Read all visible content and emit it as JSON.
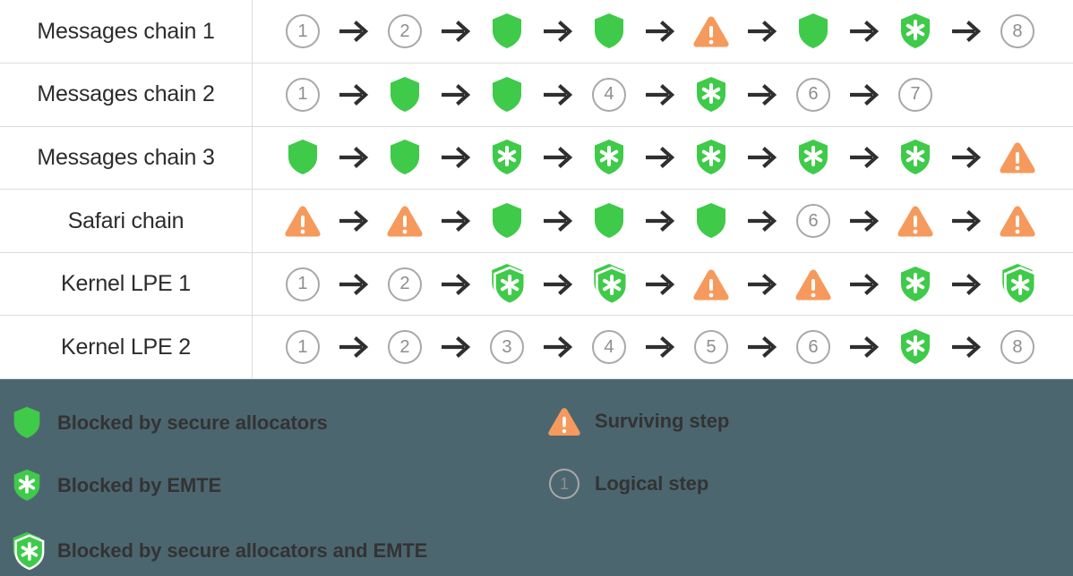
{
  "table": {
    "rows": [
      {
        "label": "Messages chain 1",
        "steps": [
          {
            "type": "logical",
            "value": "1"
          },
          {
            "type": "logical",
            "value": "2"
          },
          {
            "type": "shield"
          },
          {
            "type": "shield"
          },
          {
            "type": "warning"
          },
          {
            "type": "shield"
          },
          {
            "type": "emte"
          },
          {
            "type": "logical",
            "value": "8"
          }
        ]
      },
      {
        "label": "Messages chain 2",
        "steps": [
          {
            "type": "logical",
            "value": "1"
          },
          {
            "type": "shield"
          },
          {
            "type": "shield"
          },
          {
            "type": "logical",
            "value": "4"
          },
          {
            "type": "emte"
          },
          {
            "type": "logical",
            "value": "6"
          },
          {
            "type": "logical",
            "value": "7"
          }
        ]
      },
      {
        "label": "Messages chain 3",
        "steps": [
          {
            "type": "shield"
          },
          {
            "type": "shield"
          },
          {
            "type": "emte"
          },
          {
            "type": "emte"
          },
          {
            "type": "emte"
          },
          {
            "type": "emte"
          },
          {
            "type": "emte"
          },
          {
            "type": "warning"
          }
        ]
      },
      {
        "label": "Safari chain",
        "steps": [
          {
            "type": "warning"
          },
          {
            "type": "warning"
          },
          {
            "type": "shield"
          },
          {
            "type": "shield"
          },
          {
            "type": "shield"
          },
          {
            "type": "logical",
            "value": "6"
          },
          {
            "type": "warning"
          },
          {
            "type": "warning"
          }
        ]
      },
      {
        "label": "Kernel LPE 1",
        "steps": [
          {
            "type": "logical",
            "value": "1"
          },
          {
            "type": "logical",
            "value": "2"
          },
          {
            "type": "both"
          },
          {
            "type": "both"
          },
          {
            "type": "warning"
          },
          {
            "type": "warning"
          },
          {
            "type": "emte"
          },
          {
            "type": "both"
          }
        ]
      },
      {
        "label": "Kernel LPE 2",
        "steps": [
          {
            "type": "logical",
            "value": "1"
          },
          {
            "type": "logical",
            "value": "2"
          },
          {
            "type": "logical",
            "value": "3"
          },
          {
            "type": "logical",
            "value": "4"
          },
          {
            "type": "logical",
            "value": "5"
          },
          {
            "type": "logical",
            "value": "6"
          },
          {
            "type": "emte"
          },
          {
            "type": "logical",
            "value": "8"
          }
        ]
      }
    ]
  },
  "legend": {
    "background_color": "#4c6670",
    "items": [
      {
        "icon": "shield-icon",
        "label": "Blocked by secure allocators",
        "column": 1,
        "row": 1
      },
      {
        "icon": "shield-asterisk-icon",
        "label": "Blocked by EMTE",
        "column": 1,
        "row": 2
      },
      {
        "icon": "double-shield-asterisk-icon",
        "label": "Blocked by secure allocators and EMTE",
        "column": 1,
        "row": 3
      },
      {
        "icon": "warning-triangle-icon",
        "label": "Surviving step",
        "column": 2,
        "row": 1
      },
      {
        "icon": "numbered-circle-icon",
        "label": "Logical step",
        "column": 2,
        "row": 2,
        "value": "1"
      }
    ]
  },
  "colors": {
    "green": "#3fca4a",
    "orange": "#f59a5c",
    "gray_outline": "#a8a8a8",
    "arrow": "#2f2f2f",
    "row_border": "#dcdcdc",
    "legend_bg": "#4c6670",
    "legend_text": "#333333",
    "label_text": "#2c2c2c"
  }
}
